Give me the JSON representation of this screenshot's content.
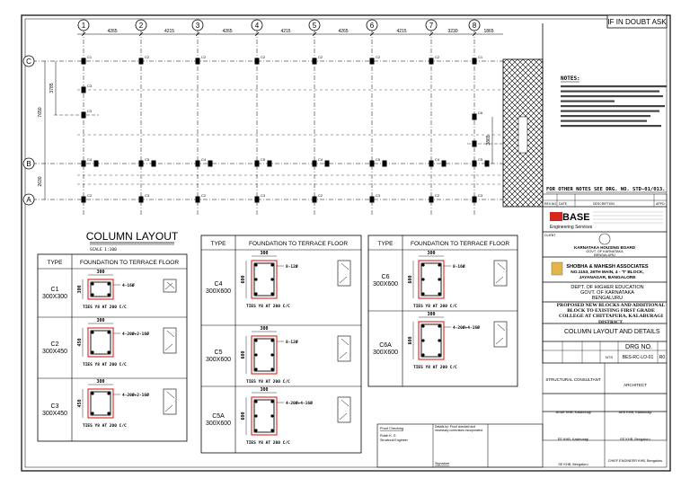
{
  "sheet": {
    "if_in_doubt": "IF IN DOUBT ASK"
  },
  "grid": {
    "axes": [
      "1",
      "2",
      "3",
      "4",
      "5",
      "6",
      "7",
      "8"
    ],
    "spacings": [
      "4265",
      "4215",
      "4265",
      "4215",
      "4265",
      "4215",
      "3230",
      "1865"
    ],
    "rows": [
      "C",
      "B",
      "A"
    ],
    "left_dims": [
      "7650",
      "3785",
      "2630"
    ],
    "right_dim": "3865",
    "columns_c_row": [
      "C1",
      "C2",
      "C2",
      "C2",
      "C2",
      "C2",
      "C2",
      "C1"
    ]
  },
  "layout_title": {
    "title": "COLUMN LAYOUT",
    "scale": "SCALE 1:100"
  },
  "table1": {
    "head_type": "TYPE",
    "head_desc": "FOUNDATION TO TERRACE FLOOR",
    "rows": [
      {
        "type": "C1",
        "size": "300X300",
        "w": "300",
        "h": "300",
        "bars": "4-16Ø",
        "tie": "TIES Y8 AT 200 C/C"
      },
      {
        "type": "C2",
        "size": "300X450",
        "w": "300",
        "h": "450",
        "bars": "4-20Ø+2-16Ø",
        "tie": "TIES Y8 AT 200 C/C"
      },
      {
        "type": "C3",
        "size": "300X450",
        "w": "300",
        "h": "450",
        "bars": "4-20Ø+2-16Ø",
        "tie": "TIES Y8 AT 200 C/C"
      }
    ]
  },
  "table2": {
    "head_type": "TYPE",
    "head_desc": "FOUNDATION TO TERRACE FLOOR",
    "rows": [
      {
        "type": "C4",
        "size": "300X600",
        "w": "300",
        "h": "600",
        "bars": "8-12Ø",
        "tie": "TIES Y8 AT 200 C/C"
      },
      {
        "type": "C5",
        "size": "300X600",
        "w": "300",
        "h": "600",
        "bars": "8-12Ø",
        "tie": "TIES Y8 AT 200 C/C"
      },
      {
        "type": "C5A",
        "size": "300X600",
        "w": "300",
        "h": "600",
        "bars": "4-20Ø+4-16Ø",
        "tie": "TIES Y8 AT 200 C/C"
      }
    ]
  },
  "table3": {
    "head_type": "TYPE",
    "head_desc": "FOUNDATION TO TERRACE FLOOR",
    "rows": [
      {
        "type": "C6",
        "size": "300X600",
        "w": "300",
        "h": "600",
        "bars": "8-16Ø",
        "tie": "TIES Y8 AT 200 C/C"
      },
      {
        "type": "C6A",
        "size": "300X600",
        "w": "300",
        "h": "600",
        "bars": "4-20Ø+4-16Ø",
        "tie": "TIES Y8 AT 200 C/C"
      }
    ]
  },
  "notes": {
    "title": "NOTES:",
    "other": "FOR OTHER NOTES SEE DRG. NO. STD-01/013."
  },
  "title_block": {
    "rev_head": [
      "REV.NO.",
      "DATE",
      "DESCRIPTION",
      "APPD."
    ],
    "firm": "BASE",
    "firm_sub": "Engineering Services",
    "client_label": "CLIENT",
    "client_org": "KARNATAKA HOUSING BOARD",
    "client_sub": "GOVT. OF KARNATAKA",
    "client_city": "BENGALURU",
    "architect_name": "SHOBHA & MAHESH ASSOCIATES",
    "architect_addr1": "NO.1153, 26TH MAIN, 4 - 'T' BLOCK,",
    "architect_addr2": "JAYANAGAR, BANGALORE",
    "dept1": "DEPT. OF HIGHER EDUCATION",
    "dept2": "GOVT. OF KARNATAKA",
    "dept3": "BENGALURU",
    "project": "PROPOSED NEW BLOCKS AND ADDITIONAL BLOCK TO EXISTING FIRST GRADE COLLEGE AT CHITTAPURA, KALABURAGI DISTRICT.",
    "drawing_title": "COLUMN LAYOUT AND DETAILS",
    "drg_no_label": "DRG NO.",
    "drg_no": "BES-RC-LO-01",
    "rev": "R0",
    "scale": "NTS",
    "structural_consultant": "STRUCTURAL CONSULTANT",
    "architect_label": "ARCHITECT",
    "sign1": "JE/AE KHB, Kalaburagi",
    "sign2": "EE KHB, Kalaburagi",
    "sign3": "EE KHB, Bengaluru",
    "sign4": "SE KHB, Bengaluru",
    "sign5": "CHIEF ENGINEER KHB, Bengaluru",
    "sign6": "AEE KHB, Kalaburagi",
    "proof_title": "Proof Checking",
    "proof_name": "Rubin K. G",
    "proof_role": "Structural Engineer",
    "remarks": "Details by: Proof checked and necessary corrections incorporated.",
    "signature": "Signature"
  }
}
